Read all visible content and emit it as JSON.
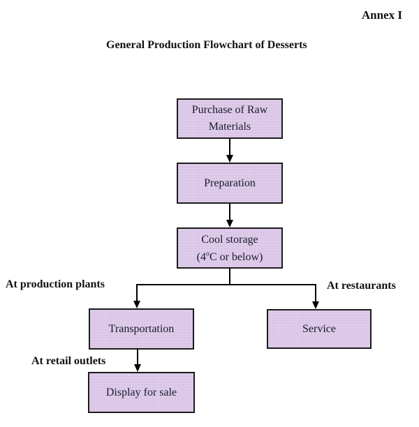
{
  "annex": "Annex I",
  "title": "General Production Flowchart of Desserts",
  "flowchart": {
    "nodes": [
      {
        "id": "purchase-raw-materials",
        "label": "Purchase of Raw Materials"
      },
      {
        "id": "preparation",
        "label": "Preparation"
      },
      {
        "id": "cool-storage",
        "line1": "Cool storage",
        "line2_prefix": "(4",
        "line2_sup": "o",
        "line2_suffix": "C or below)"
      },
      {
        "id": "transportation",
        "label": "Transportation"
      },
      {
        "id": "service",
        "label": "Service"
      },
      {
        "id": "display-for-sale",
        "label": "Display for sale"
      }
    ],
    "annotations": [
      {
        "id": "at-production-plants",
        "label": "At production plants"
      },
      {
        "id": "at-restaurants",
        "label": "At restaurants"
      },
      {
        "id": "at-retail-outlets",
        "label": "At retail outlets"
      }
    ],
    "colors": {
      "box_fill": "#D9C4E6",
      "box_border": "#1B1B1B",
      "connector": "#000000"
    }
  }
}
